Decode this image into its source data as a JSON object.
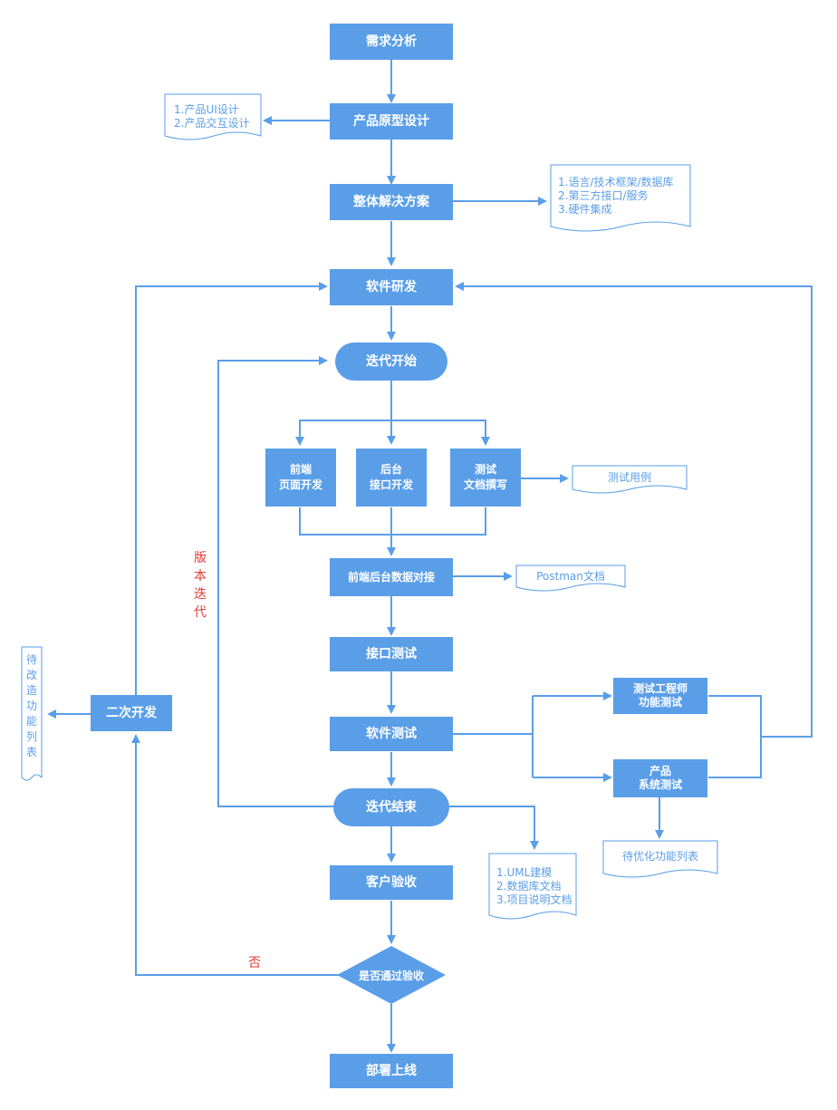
{
  "nodes": {
    "requirement_analysis": "需求分析",
    "prototype_design": "产品原型设计",
    "overall_solution": "整体解决方案",
    "software_development": "软件研发",
    "iteration_start": "迭代开始",
    "frontend_dev": "前端\n页面开发",
    "backend_dev": "后台\n接口开发",
    "test_docs": "测试\n文档撰写",
    "data_integration": "前端后台数据对接",
    "api_testing": "接口测试",
    "software_testing": "软件测试",
    "test_engineer": "测试工程师\n功能测试",
    "product_system_test": "产品\n系统测试",
    "iteration_end": "迭代结束",
    "customer_acceptance": "客户验收",
    "pass_decision": "是否通过验收",
    "deploy": "部署上线",
    "secondary_dev": "二次开发"
  },
  "documents": {
    "prototype_doc": "1.产品UI设计\n2.产品交互设计",
    "solution_doc": "1.语言/技术框架/数据库\n2.第三方接口/服务\n3.硬件集成",
    "test_cases": "测试用例",
    "postman": "Postman文档",
    "optimize_list": "待优化功能列表",
    "iteration_docs": "1.UML建模\n2.数据库文档\n3.项目说明文档",
    "rework_list": "待改造功能列表"
  },
  "labels": {
    "version_iteration": "版本迭代",
    "no": "否"
  },
  "colors": {
    "box": "#5a9ee8",
    "line": "#5a9ee8",
    "red_text": "#e53935"
  }
}
